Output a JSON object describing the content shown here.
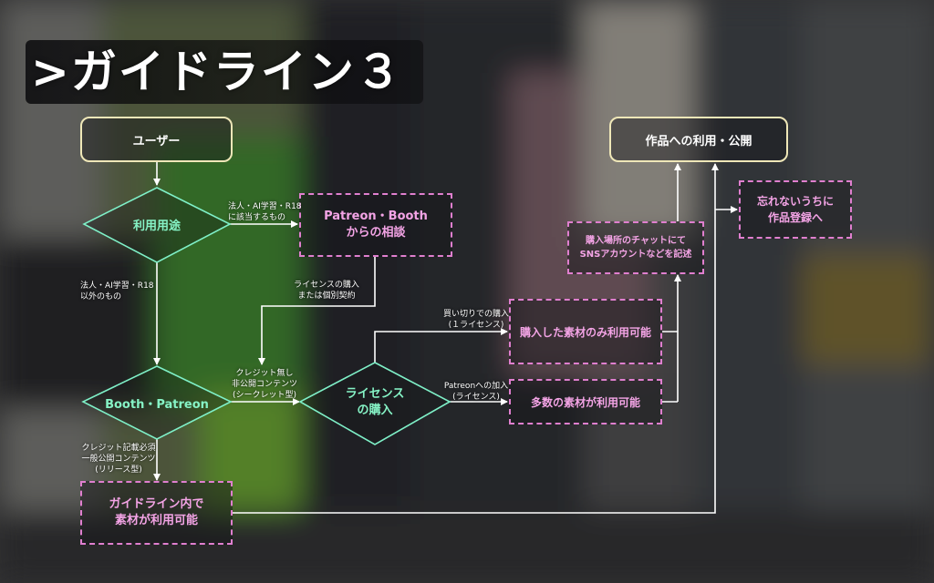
{
  "title": ">ガイドライン３",
  "nodes": {
    "user": "ユーザー",
    "usage": "利用用途",
    "booth_patreon": "Booth・Patreon",
    "consult": "Patreon・Booth\nからの相談",
    "license_buy": "ライセンス\nの購入",
    "only_bought": "購入した素材のみ利用可能",
    "many": "多数の素材が利用可能",
    "guideline": "ガイドライン内で\n素材が利用可能",
    "record": "購入場所のチャットにて\nSNSアカウントなどを記述",
    "use_publish": "作品への利用・公開",
    "register": "忘れないうちに\n作品登録へ"
  },
  "edges": {
    "corp_r18": "法人・AI学習・R18\nに該当するもの",
    "other": "法人・AI学習・R18\n以外のもの",
    "license_or_contract": "ライセンスの購入\nまたは個別契約",
    "no_credit": "クレジット無し\n非公開コンテンツ\n(シークレット型)",
    "credit_required": "クレジット記載必須\n一般公開コンテンツ\n(リリース型)",
    "buyout": "買い切りでの購入\n(１ライセンス)",
    "patreon_join": "Patreonへの加入\n(ライセンス)"
  },
  "colors": {
    "node_border": "#efe7b8",
    "diamond_border": "#7ff0c8",
    "diamond_text": "#86f3c6",
    "dashed_border": "#e07fcf",
    "dashed_text": "#f4a4e6",
    "line": "#ffffff"
  }
}
